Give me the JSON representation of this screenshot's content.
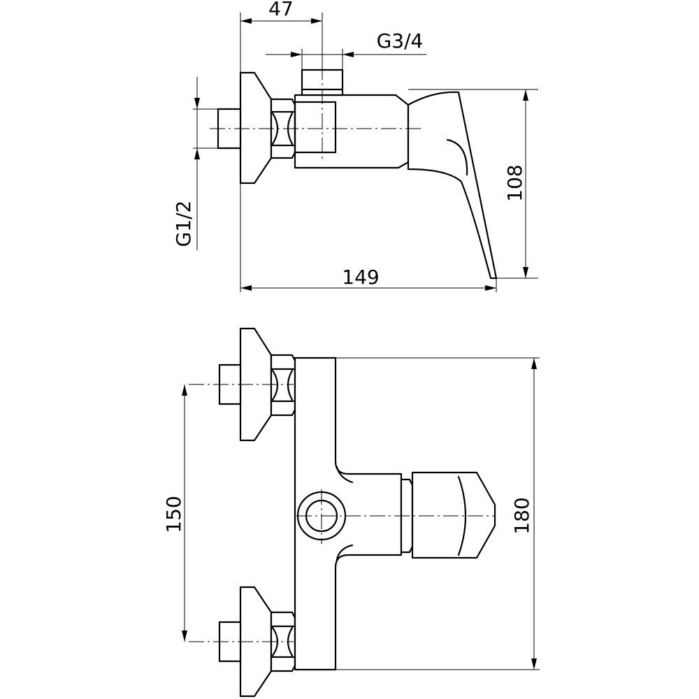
{
  "dimensions": {
    "side_view": {
      "inlet_offset": "47",
      "outlet_thread": "G3/4",
      "inlet_thread": "G1/2",
      "height": "108",
      "depth": "149"
    },
    "front_view": {
      "inlet_spacing": "150",
      "body_height": "180"
    }
  },
  "colors": {
    "line": "#000000",
    "background": "#ffffff"
  }
}
